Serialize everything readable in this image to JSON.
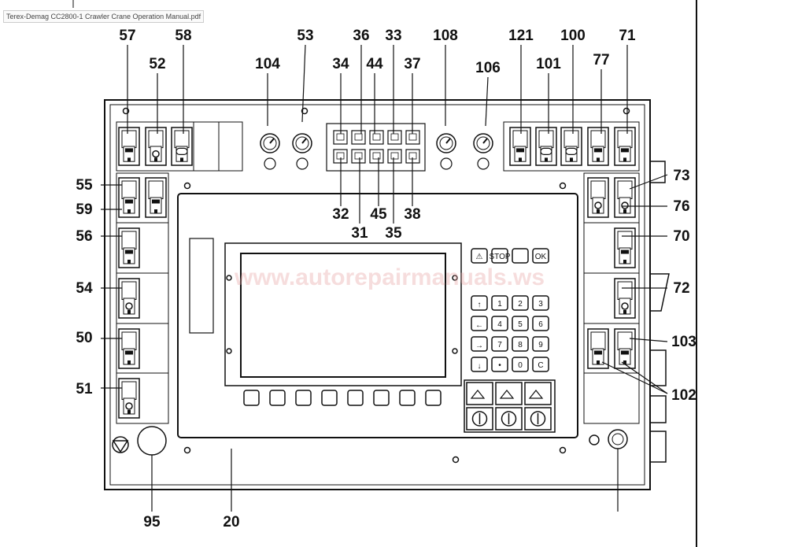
{
  "window_title": "Terex-Demag CC2800-1 Crawler Crane Operation Manual.pdf",
  "watermark": "www.autorepairmanuals.ws",
  "callouts": {
    "top": [
      "57",
      "52",
      "58",
      "104",
      "53",
      "34",
      "36",
      "44",
      "33",
      "37",
      "108",
      "106",
      "121",
      "101",
      "100",
      "77",
      "71"
    ],
    "middle": [
      "32",
      "45",
      "38",
      "31",
      "35"
    ],
    "left": [
      "55",
      "59",
      "56",
      "54",
      "50",
      "51"
    ],
    "right": [
      "73",
      "76",
      "70",
      "72",
      "103",
      "102"
    ],
    "bottom": [
      "95",
      "20"
    ]
  },
  "keypad": {
    "top_row": [
      "⚠",
      "STOP",
      "",
      "OK"
    ],
    "digits": [
      "1",
      "2",
      "3",
      "4",
      "5",
      "6",
      "7",
      "8",
      "9",
      "0",
      "C"
    ]
  }
}
